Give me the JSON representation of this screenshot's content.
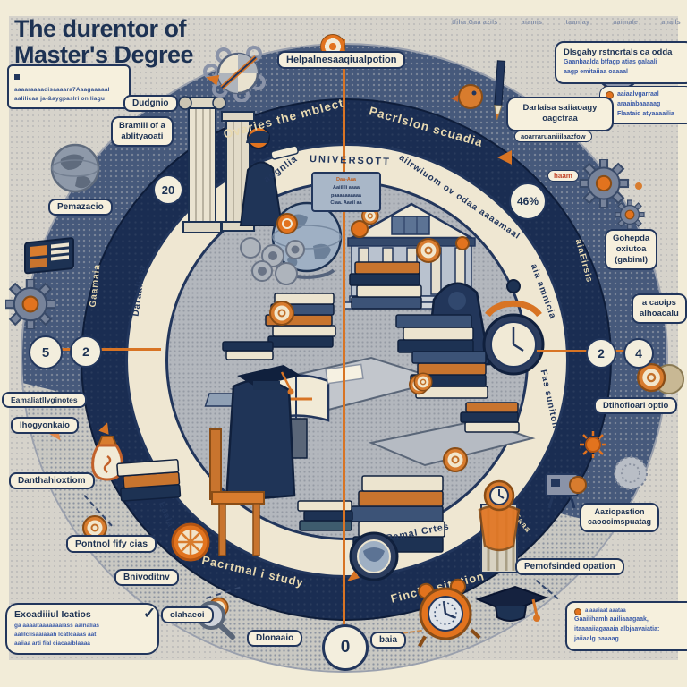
{
  "title": {
    "line1": "The durentor of",
    "line2": "Master's Degree"
  },
  "title_note": {
    "lines": [
      "aaaaraaaadisaaaara7Aaagaaaaal",
      "aalilicaa ja-&aygpaslri on liagu"
    ]
  },
  "legend": {
    "items": [
      "tfiha Gaa azils",
      "aiamis",
      "taanfay",
      "aaimale",
      "ahails"
    ]
  },
  "colors": {
    "accent_orange": "#e2731e",
    "navy": "#1d3253",
    "denim": "#46597b",
    "cream": "#f2ecd8"
  },
  "labels": {
    "top_pill": "Helpalnesaaqiualpotion",
    "dudgnio": "Dudgnio",
    "bramlli_1": "Bramlli of a",
    "bramlli_2": "ablityaoati",
    "pemazacio": "Pemazacio",
    "eamalia": "Eamaliatllyginotes",
    "ihogyo": "Ihogyonkaio",
    "dantha": "Danthahioxtiom",
    "pontnol": "Pontnol fify cias",
    "bnivod": "Bnivoditnv",
    "olaha": "olahaeoi",
    "dlonaaio": "Dlonaaio",
    "baia": "baia",
    "pemof": "Pemofsinded opation",
    "aaiiop_1": "Aaziopastion",
    "aaiiop_2": "caoocimspuatag",
    "dtiho": "Dtihofioarl optio",
    "acaoips_1": "a caoips",
    "acaoips_2": "alhoacalu",
    "gohep_1": "Gohepda",
    "gohep_2": "oxiutoa",
    "gohep_3": "(gabiml)",
    "haam": "haam",
    "aoarr": "aoarraruaniiilaazfow",
    "check": "✓"
  },
  "sign": {
    "lines": [
      "Daa-Aaa",
      "Aaiil li aaaa",
      "paaaaaaaaaa",
      "Ciaa. Aaail aa"
    ]
  },
  "numbers": {
    "n20": "20",
    "n5": "5",
    "n2l": "2",
    "n2r": "2",
    "n4": "4",
    "n0": "0",
    "pct": "46%"
  },
  "ring_texts": {
    "overies": "Ovaries the mblect",
    "pacrlslon": "Pacrlslon scuadia",
    "ailrwiuom": "ailrwiuom ov odaa aaaamaal",
    "univ": "UNIVERSOTT",
    "aognlia": "aognlia",
    "gaamaia": "Gaamaia",
    "daraaliala": "Daraaliala",
    "aiaamnicia": "aia amnicia",
    "fas": "Fas suniton",
    "aiaeirsis": "aiaEirsis",
    "eaaa": "Eaaa",
    "eaala": "Eaala",
    "pacrmal": "Pacrtmal i study",
    "fincial": "Fincial sitution",
    "pamal": "Pamal Crtes"
  },
  "callouts": {
    "top_right": {
      "title": "Dlsgahy rstncrtals ca odda",
      "line1": "Gaanbaalda btfagp atias galaali",
      "line2": "aagp emitaiiaa oaaaal"
    },
    "top_right_bullets": {
      "item1": "aaiaalvgarraal araaiabaaaaag",
      "item2": "Flaataid atyaaaailia"
    },
    "top_right2": {
      "line1": "Darlaisa saiiaoagy",
      "line2": "oagctraa"
    },
    "bottom_left": {
      "title": "Exoadiiiul Icatios",
      "line1": "ga aaaaitaaaaaaaiass aainalias",
      "line2": "aalilclisaaiaaah lcatlcaaas aat",
      "line3": "aaiiaa arti fial ciacaaiblaaaa"
    },
    "bottom_right": {
      "header": "a aaaiaat aaataa",
      "line1": "Gaailihamh aailiaaagaak,",
      "line2": "itaaaaiiagaaaia albjaavaiatia:",
      "line3": "jaiiaalg paaaag"
    }
  }
}
